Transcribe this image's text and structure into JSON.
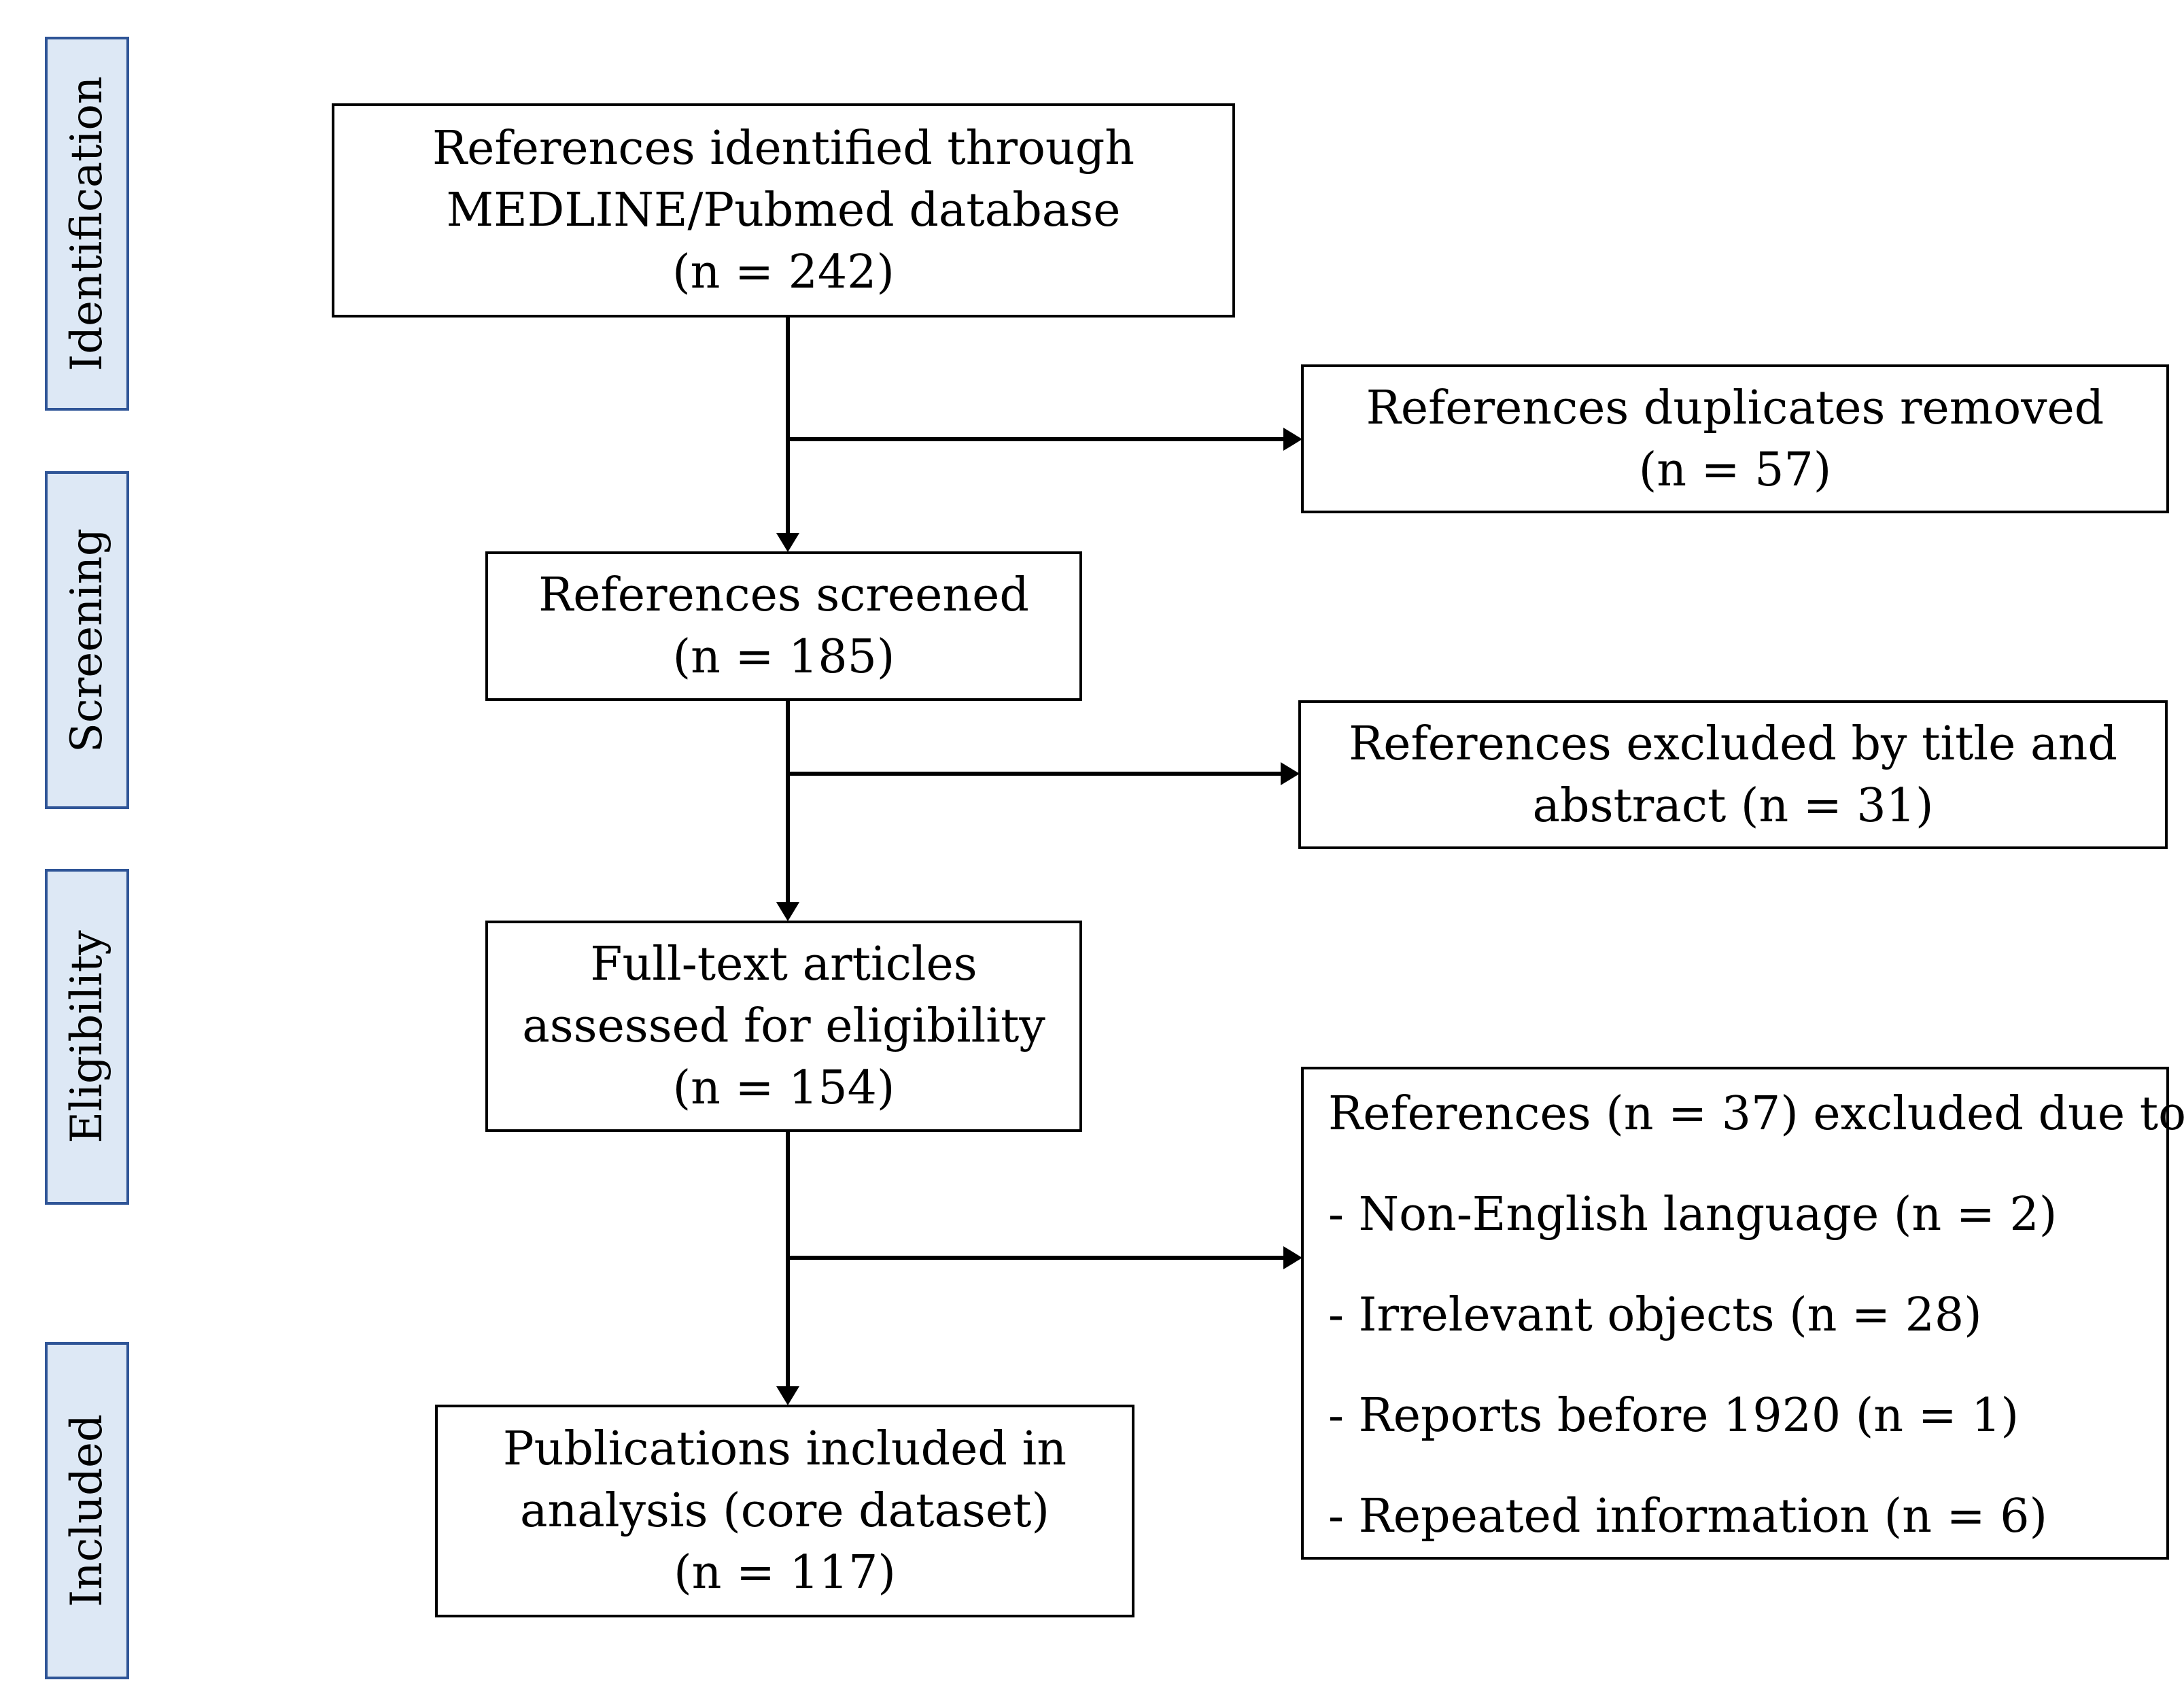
{
  "stages": {
    "identification": "Identification",
    "screening": "Screening",
    "eligibility": "Eligibility",
    "included": "Included"
  },
  "boxes": {
    "identified": {
      "lines": [
        "References identified through",
        "MEDLINE/Pubmed database",
        "(n = 242)"
      ]
    },
    "duplicates": {
      "lines": [
        "References duplicates removed",
        "(n = 57)"
      ]
    },
    "screened": {
      "lines": [
        "References screened",
        "(n = 185)"
      ]
    },
    "excluded_title": {
      "lines": [
        "References excluded by title and",
        "abstract (n = 31)"
      ]
    },
    "fulltext": {
      "lines": [
        "Full-text articles",
        "assessed for eligibility",
        "(n = 154)"
      ]
    },
    "excluded_reasons": {
      "heading": "References (n = 37) excluded due to:",
      "items": [
        "- Non-English language (n = 2)",
        "- Irrelevant objects (n = 28)",
        "- Reports before 1920 (n = 1)",
        "- Repeated information (n = 6)"
      ]
    },
    "included": {
      "lines": [
        "Publications included in",
        "analysis (core dataset)",
        "(n = 117)"
      ]
    }
  }
}
